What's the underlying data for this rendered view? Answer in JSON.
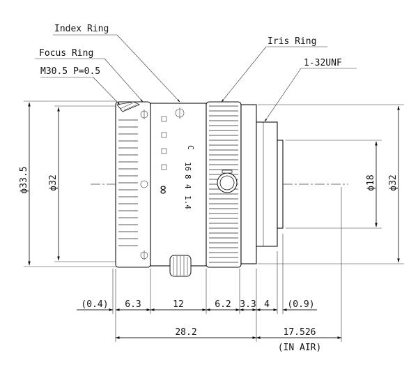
{
  "callouts": {
    "index_ring": "Index Ring",
    "focus_ring": "Focus Ring",
    "thread": "M30.5 P=0.5",
    "iris_ring": "Iris Ring",
    "mount_thread": "1-32UNF"
  },
  "diameters": {
    "outer_left": "ϕ33.5",
    "inner_left": "ϕ32",
    "mount": "ϕ18",
    "outer_right": "ϕ32"
  },
  "widths": [
    "(0.4)",
    "6.3",
    "12",
    "6.2",
    "3.3",
    "4",
    "(0.9)"
  ],
  "lengths": {
    "total_body": "28.2",
    "flange": "17.526",
    "flange_note": "(IN AIR)"
  },
  "lens_marks": {
    "mount_type": "C",
    "stops": [
      "16",
      "8",
      "4",
      "1.4"
    ],
    "infinity": "∞"
  }
}
